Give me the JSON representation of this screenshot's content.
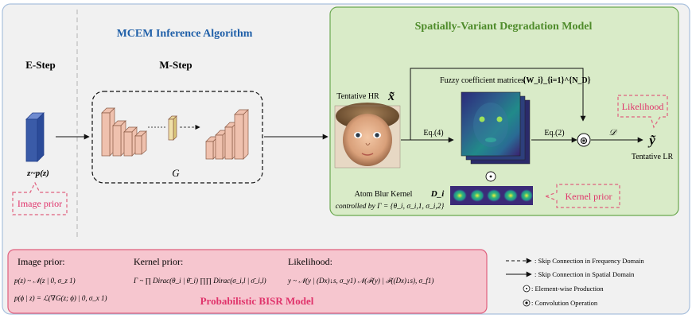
{
  "inference": {
    "title": "MCEM Inference Algorithm",
    "e_step": "E-Step",
    "m_step": "M-Step",
    "z_label": "z~p(z)",
    "g_label": "G",
    "image_prior_tag": "Image prior"
  },
  "degradation": {
    "title": "Spatially-Variant Degradation Model",
    "tentative_hr": "Tentative HR",
    "hr_symbol": "x̃",
    "fuzzy_label": "Fuzzy coefficient matrices",
    "fuzzy_symbol": "{W_i}_{i=1}^{N_D}",
    "eq4": "Eq.(4)",
    "eq2": "Eq.(2)",
    "d_symbol": "𝒟",
    "likelihood_tag": "Likelihood",
    "lr_symbol": "ỹ",
    "tentative_lr": "Tentative LR",
    "atom_blur": "Atom Blur Kernel",
    "atom_symbol": "D_i",
    "controlled_by": "controlled by Γ = {θ_i, σ_i,1, σ_i,2}",
    "kernel_prior_tag": "Kernel prior",
    "conv_glyph": "⊛",
    "elem_glyph": "⊙"
  },
  "bisr": {
    "title": "Probabilistic BISR Model",
    "image_prior_heading": "Image prior:",
    "image_prior_eq1": "p(z) ~ 𝒩(z | 0, σ_z 1)",
    "image_prior_eq2": "p(ϕ | z) = ℒ(∇G(z; ϕ) | 0, σ_x 1)",
    "kernel_prior_heading": "Kernel prior:",
    "kernel_prior_eq": "Γ ~ ∏ Dirac(θ_i | θ̄_i) ∏∏ Dirac(σ_i,l | σ̄_i,l)",
    "likelihood_heading": "Likelihood:",
    "likelihood_eq": "y ~ 𝒩(y | (Dx)↓s, σ_y1) 𝒩(ℱ(y) | ℱ((Dx)↓s), σ_f1)"
  },
  "legend": {
    "dashed": ": Skip Connection in Frequency Domain",
    "solid": ": Skip Connection in Spatial Domain",
    "elementwise": ": Element-wise Production",
    "convolution": ": Convolution Operation"
  },
  "colors": {
    "inference_title": "#1f5fa8",
    "degradation_title": "#4e8b2a",
    "green_panel": "#d9ebc8",
    "green_border": "#6aa84f",
    "pink_panel": "#f6c6cf",
    "pink_border": "#e0607e",
    "pink_text": "#e0336b",
    "nn_block": "#efc1ae",
    "z_block": "#3a5ba8"
  }
}
